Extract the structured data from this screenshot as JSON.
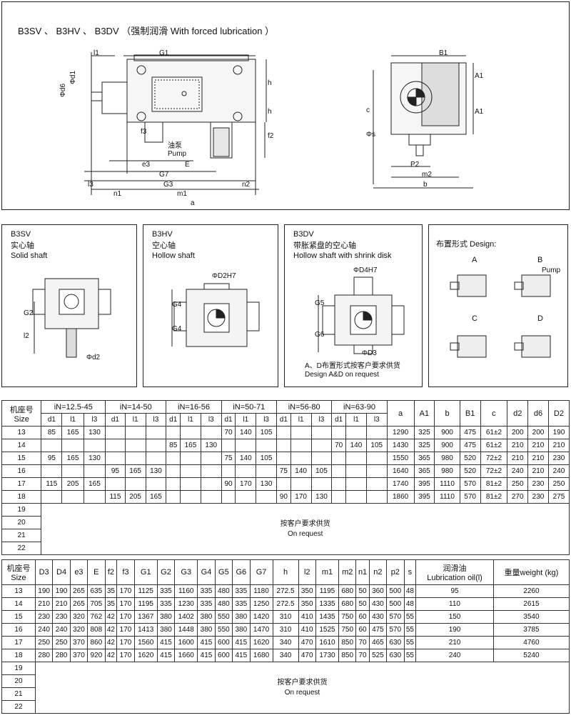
{
  "title": "B3SV 、 B3HV 、 B3DV （强制润滑 With forced lubrication ）",
  "drawing_labels": {
    "l1": "l1",
    "G1": "G1",
    "phi_d1": "Φd1",
    "phi_d6": "Φd6",
    "h1": "h",
    "h2": "h",
    "f2": "f2",
    "f3": "f3",
    "pump_cn": "油泵",
    "pump_en": "Pump",
    "e3": "e3",
    "E": "E",
    "G7": "G7",
    "G3": "G3",
    "l3": "l3",
    "n1": "n1",
    "m1": "m1",
    "n2": "n2",
    "a": "a",
    "B1": "B1",
    "A1a": "A1",
    "A1b": "A1",
    "c": "c",
    "phi_s": "Φs",
    "P2": "P2",
    "m2": "m2",
    "b": "b"
  },
  "panels": {
    "b3sv": {
      "name": "B3SV",
      "cn": "实心轴",
      "en": "Solid shaft",
      "G2": "G2",
      "l2": "l2",
      "d2": "Φd2"
    },
    "b3hv": {
      "name": "B3HV",
      "cn": "空心轴",
      "en": "Hollow shaft",
      "D2": "ΦD2H7",
      "G4a": "G4",
      "G4b": "G4"
    },
    "b3dv": {
      "name": "B3DV",
      "cn": "带胀紧盘的空心轴",
      "en": "Hollow shaft with shrink disk",
      "D4": "ΦD4H7",
      "G5": "G5",
      "G6": "G6",
      "D3": "ΦD3",
      "note_cn": "A、D布置形式按客户要求供货",
      "note_en": "Design A&D on request"
    },
    "design": {
      "title": "布置形式 Design:",
      "A": "A",
      "B": "B",
      "C": "C",
      "D": "D",
      "pump": "Pump"
    }
  },
  "table1": {
    "size_cn": "机座号",
    "size_en": "Size",
    "ratio_groups": [
      "iN=12.5-45",
      "iN=14-50",
      "iN=16-56",
      "iN=50-71",
      "iN=56-80",
      "iN=63-90"
    ],
    "sub": [
      "d1",
      "l1",
      "l3"
    ],
    "cols": [
      "a",
      "A1",
      "b",
      "B1",
      "c",
      "d2",
      "d6",
      "D2"
    ],
    "rows": [
      [
        "13",
        "85",
        "165",
        "130",
        "",
        "",
        "",
        "",
        "",
        "",
        "70",
        "140",
        "105",
        "",
        "",
        "",
        "",
        "",
        "",
        "1290",
        "325",
        "900",
        "475",
        "61±2",
        "200",
        "200",
        "190"
      ],
      [
        "14",
        "",
        "",
        "",
        "",
        "",
        "",
        "85",
        "165",
        "130",
        "",
        "",
        "",
        "",
        "",
        "",
        "70",
        "140",
        "105",
        "1430",
        "325",
        "900",
        "475",
        "61±2",
        "210",
        "210",
        "210"
      ],
      [
        "15",
        "95",
        "165",
        "130",
        "",
        "",
        "",
        "",
        "",
        "",
        "75",
        "140",
        "105",
        "",
        "",
        "",
        "",
        "",
        "",
        "1550",
        "365",
        "980",
        "520",
        "72±2",
        "210",
        "210",
        "230"
      ],
      [
        "16",
        "",
        "",
        "",
        "95",
        "165",
        "130",
        "",
        "",
        "",
        "",
        "",
        "",
        "75",
        "140",
        "105",
        "",
        "",
        "",
        "1640",
        "365",
        "980",
        "520",
        "72±2",
        "240",
        "210",
        "240"
      ],
      [
        "17",
        "115",
        "205",
        "165",
        "",
        "",
        "",
        "",
        "",
        "",
        "90",
        "170",
        "130",
        "",
        "",
        "",
        "",
        "",
        "",
        "1740",
        "395",
        "1110",
        "570",
        "81±2",
        "250",
        "230",
        "250"
      ],
      [
        "18",
        "",
        "",
        "",
        "115",
        "205",
        "165",
        "",
        "",
        "",
        "",
        "",
        "",
        "90",
        "170",
        "130",
        "",
        "",
        "",
        "1860",
        "395",
        "1110",
        "570",
        "81±2",
        "270",
        "230",
        "275"
      ]
    ],
    "extra_sizes": [
      "19",
      "20",
      "21",
      "22"
    ],
    "request_cn": "按客户要求供货",
    "request_en": "On request"
  },
  "table2": {
    "size_cn": "机座号",
    "size_en": "Size",
    "cols": [
      "D3",
      "D4",
      "e3",
      "E",
      "f2",
      "f3",
      "G1",
      "G2",
      "G3",
      "G4",
      "G5",
      "G6",
      "G7",
      "h",
      "l2",
      "m1",
      "m2",
      "n1",
      "n2",
      "p2",
      "s"
    ],
    "oil_cn": "润滑油",
    "oil_en": "Lubrication oil(l)",
    "weight": "重量weight (kg)",
    "rows": [
      [
        "13",
        "190",
        "190",
        "265",
        "635",
        "35",
        "170",
        "1125",
        "335",
        "1160",
        "335",
        "480",
        "335",
        "1180",
        "272.5",
        "350",
        "1195",
        "680",
        "50",
        "360",
        "500",
        "48",
        "95",
        "2260"
      ],
      [
        "14",
        "210",
        "210",
        "265",
        "705",
        "35",
        "170",
        "1195",
        "335",
        "1230",
        "335",
        "480",
        "335",
        "1250",
        "272.5",
        "350",
        "1335",
        "680",
        "50",
        "430",
        "500",
        "48",
        "110",
        "2615"
      ],
      [
        "15",
        "230",
        "230",
        "320",
        "762",
        "42",
        "170",
        "1367",
        "380",
        "1402",
        "380",
        "550",
        "380",
        "1420",
        "310",
        "410",
        "1435",
        "750",
        "60",
        "430",
        "570",
        "55",
        "150",
        "3540"
      ],
      [
        "16",
        "240",
        "240",
        "320",
        "808",
        "42",
        "170",
        "1413",
        "380",
        "1448",
        "380",
        "550",
        "380",
        "1470",
        "310",
        "410",
        "1525",
        "750",
        "60",
        "475",
        "570",
        "55",
        "190",
        "3785"
      ],
      [
        "17",
        "250",
        "250",
        "370",
        "860",
        "42",
        "170",
        "1560",
        "415",
        "1600",
        "415",
        "600",
        "415",
        "1620",
        "340",
        "470",
        "1610",
        "850",
        "70",
        "465",
        "630",
        "55",
        "210",
        "4760"
      ],
      [
        "18",
        "280",
        "280",
        "370",
        "920",
        "42",
        "170",
        "1620",
        "415",
        "1660",
        "415",
        "600",
        "415",
        "1680",
        "340",
        "470",
        "1730",
        "850",
        "70",
        "525",
        "630",
        "55",
        "240",
        "5240"
      ]
    ],
    "extra_sizes": [
      "19",
      "20",
      "21",
      "22"
    ],
    "request_cn": "按客户要求供货",
    "request_en": "On request"
  }
}
